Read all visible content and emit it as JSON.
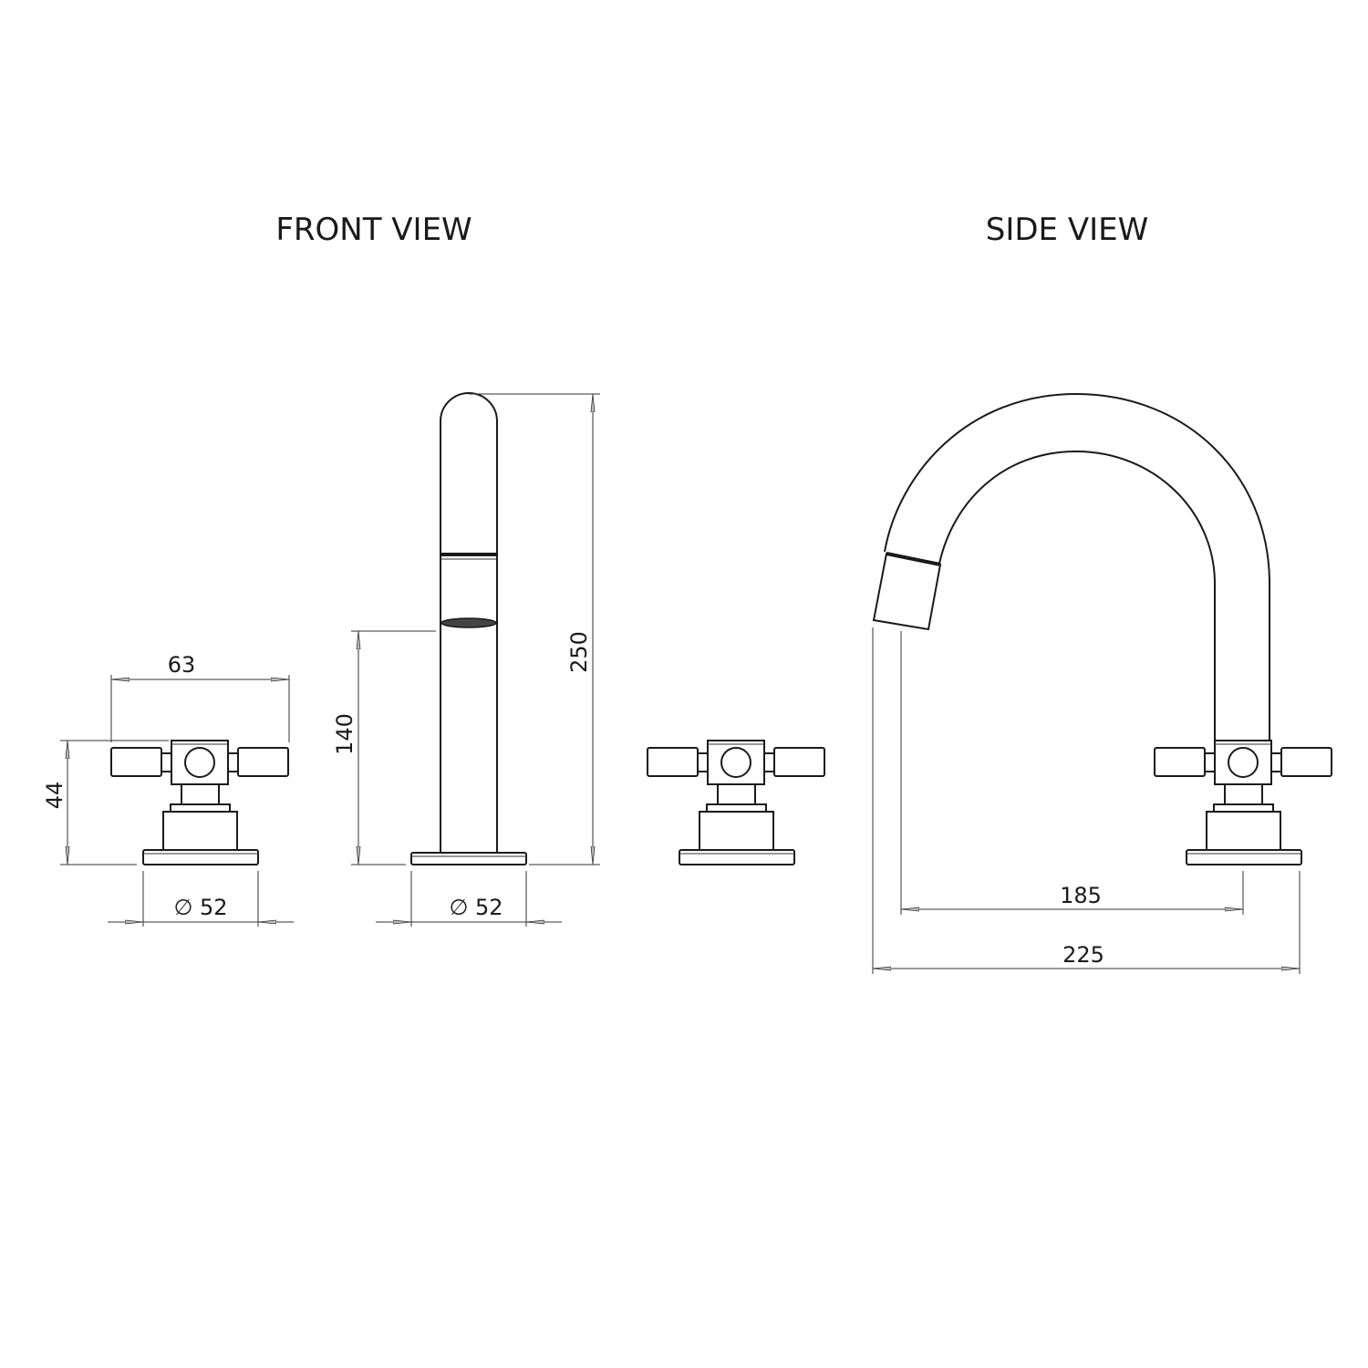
{
  "titles": {
    "front": "FRONT VIEW",
    "side": "SIDE VIEW"
  },
  "dimensions": {
    "handle_width": "63",
    "handle_height": "44",
    "handle_base_diameter": "∅ 52",
    "spout_base_diameter": "∅ 52",
    "spout_outlet_height": "140",
    "spout_total_height": "250",
    "spout_reach": "185",
    "overall_depth": "225"
  },
  "colors": {
    "line": "#1a1a1a",
    "background": "#ffffff"
  }
}
